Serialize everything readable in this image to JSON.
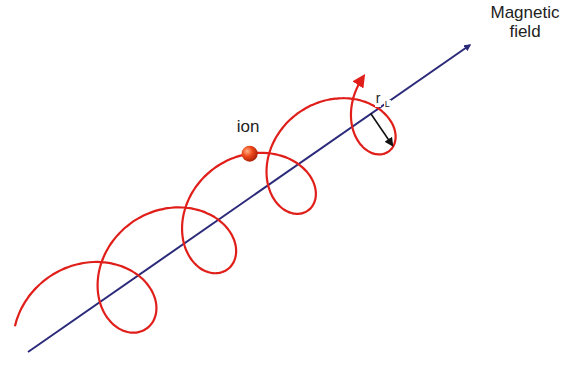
{
  "diagram": {
    "labels": [
      "Magnetic field",
      "ion",
      "r",
      "L"
    ]
  }
}
